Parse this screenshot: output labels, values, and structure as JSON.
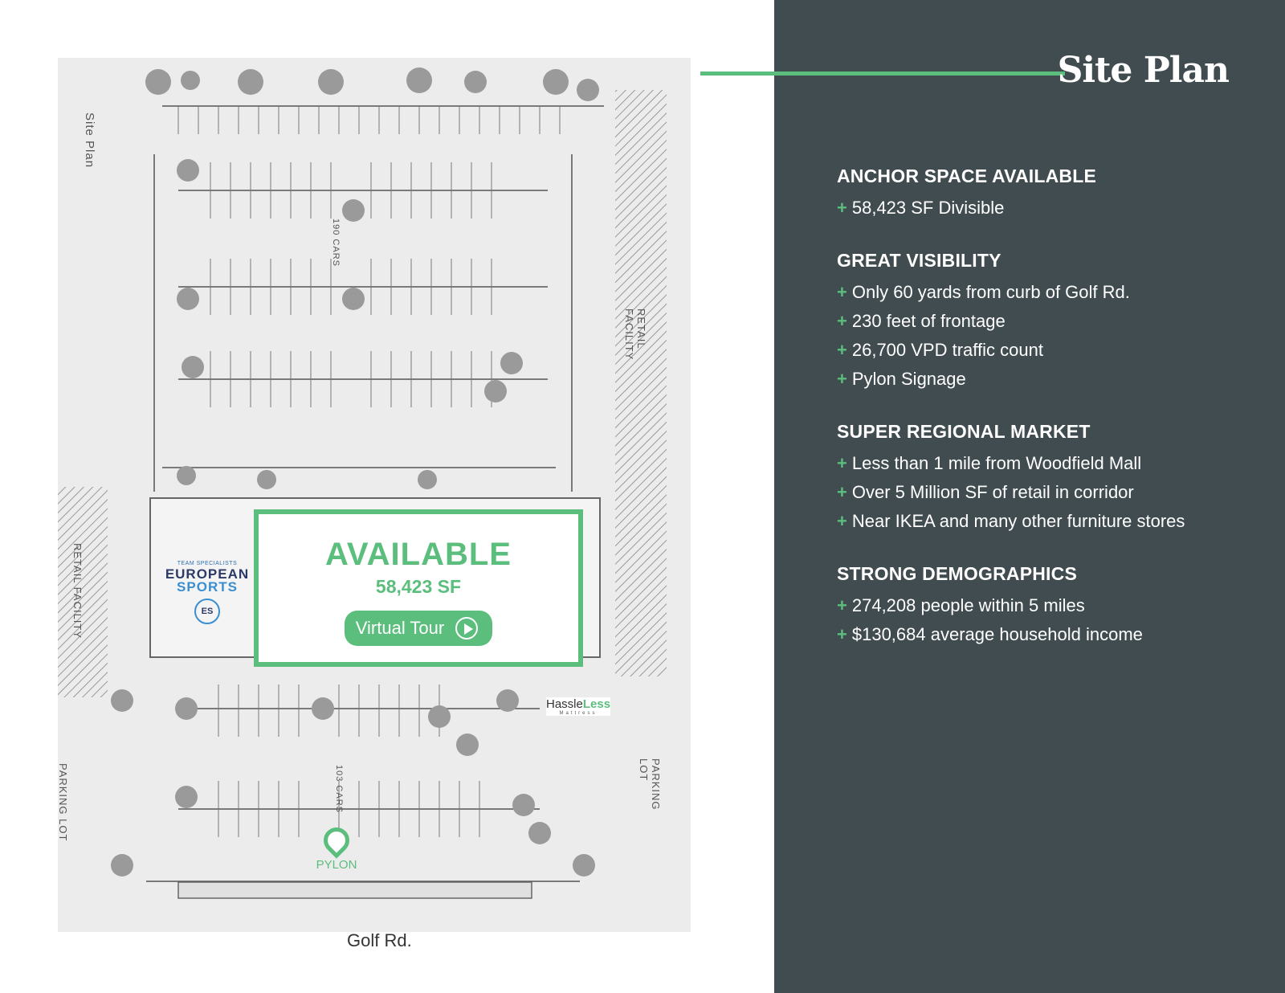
{
  "header": {
    "title": "Site Plan"
  },
  "plan": {
    "available_label": "AVAILABLE",
    "available_sf": "58,423 SF",
    "tour_label": "Virtual Tour",
    "road_label": "Golf Rd.",
    "pylon_label": "PYLON",
    "tenant_left": {
      "tag": "TEAM SPECIALISTS",
      "line1": "EUROPEAN",
      "line2": "SPORTS",
      "mark": "ES"
    },
    "tenant_right": {
      "part1": "Hassle",
      "part2": "Less",
      "sub": "Mattress"
    },
    "side_labels": {
      "retail_left": "RETAIL FACILITY",
      "retail_right": "RETAIL FACILITY",
      "parking_left": "PARKING LOT",
      "parking_right": "PARKING LOT",
      "site_plan": "Site Plan",
      "cars_top": "190 CARS",
      "cars_bottom": "103 CARS"
    }
  },
  "sections": [
    {
      "heading": "ANCHOR SPACE AVAILABLE",
      "items": [
        "58,423 SF Divisible"
      ]
    },
    {
      "heading": "GREAT VISIBILITY",
      "items": [
        "Only 60 yards from curb of Golf Rd.",
        "230 feet of frontage",
        "26,700 VPD traffic count",
        "Pylon Signage"
      ]
    },
    {
      "heading": "SUPER REGIONAL MARKET",
      "items": [
        "Less than 1 mile from Woodfield Mall",
        "Over 5 Million SF of retail in corridor",
        "Near IKEA and many other furniture stores"
      ]
    },
    {
      "heading": "STRONG DEMOGRAPHICS",
      "items": [
        "274,208 people within 5 miles",
        "$130,684 average household income"
      ]
    }
  ],
  "colors": {
    "accent": "#5bbe7c",
    "panel": "#414c50"
  }
}
